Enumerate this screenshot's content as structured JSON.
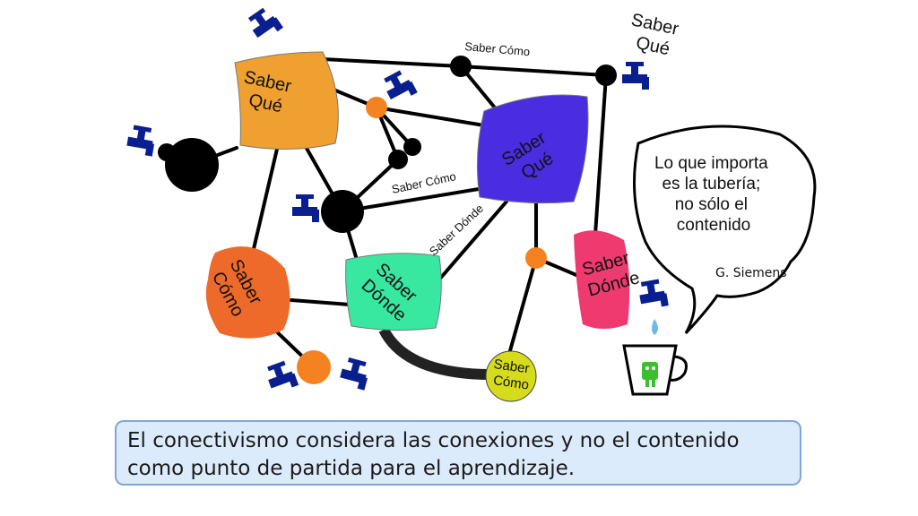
{
  "diagram": {
    "nodes": {
      "que_top_left": [
        "Saber",
        "Qué"
      ],
      "que_center": [
        "Saber",
        "Qué"
      ],
      "como_left": [
        "Saber",
        "Cómo"
      ],
      "donde_center": [
        "Saber",
        "Dónde"
      ],
      "donde_right": [
        "Saber",
        "Dónde"
      ],
      "como_bottom": [
        "Saber",
        "Cómo"
      ],
      "que_corner": [
        "Saber",
        "Qué"
      ]
    },
    "edge_labels": {
      "top": "Saber Cómo",
      "middle": "Saber Cómo",
      "diagonal": "Saber Dónde"
    },
    "speech_bubble": {
      "lines": [
        "Lo que importa",
        "es la tubería;",
        "no sólo el",
        "contenido"
      ],
      "author": "G. Siemens"
    }
  },
  "caption": {
    "line1": "El conectivismo considera las conexiones y no el contenido",
    "line2": "como punto de partida para el aprendizaje."
  },
  "colors": {
    "orange": "#f0a030",
    "blue": "#4a2de0",
    "red_orange": "#ee6a2a",
    "green": "#39e8a0",
    "pink": "#ee3a6e",
    "yellow_green": "#d6dc1c",
    "small_orange": "#f58220",
    "black": "#000000",
    "faucet": "#0a1f8f",
    "cup_green": "#3bbf2e",
    "water": "#6fb7e6",
    "caption_bg": "#dcebfb",
    "caption_border": "#7fa6d6"
  },
  "icons": [
    "faucet-icon",
    "cup-icon"
  ]
}
